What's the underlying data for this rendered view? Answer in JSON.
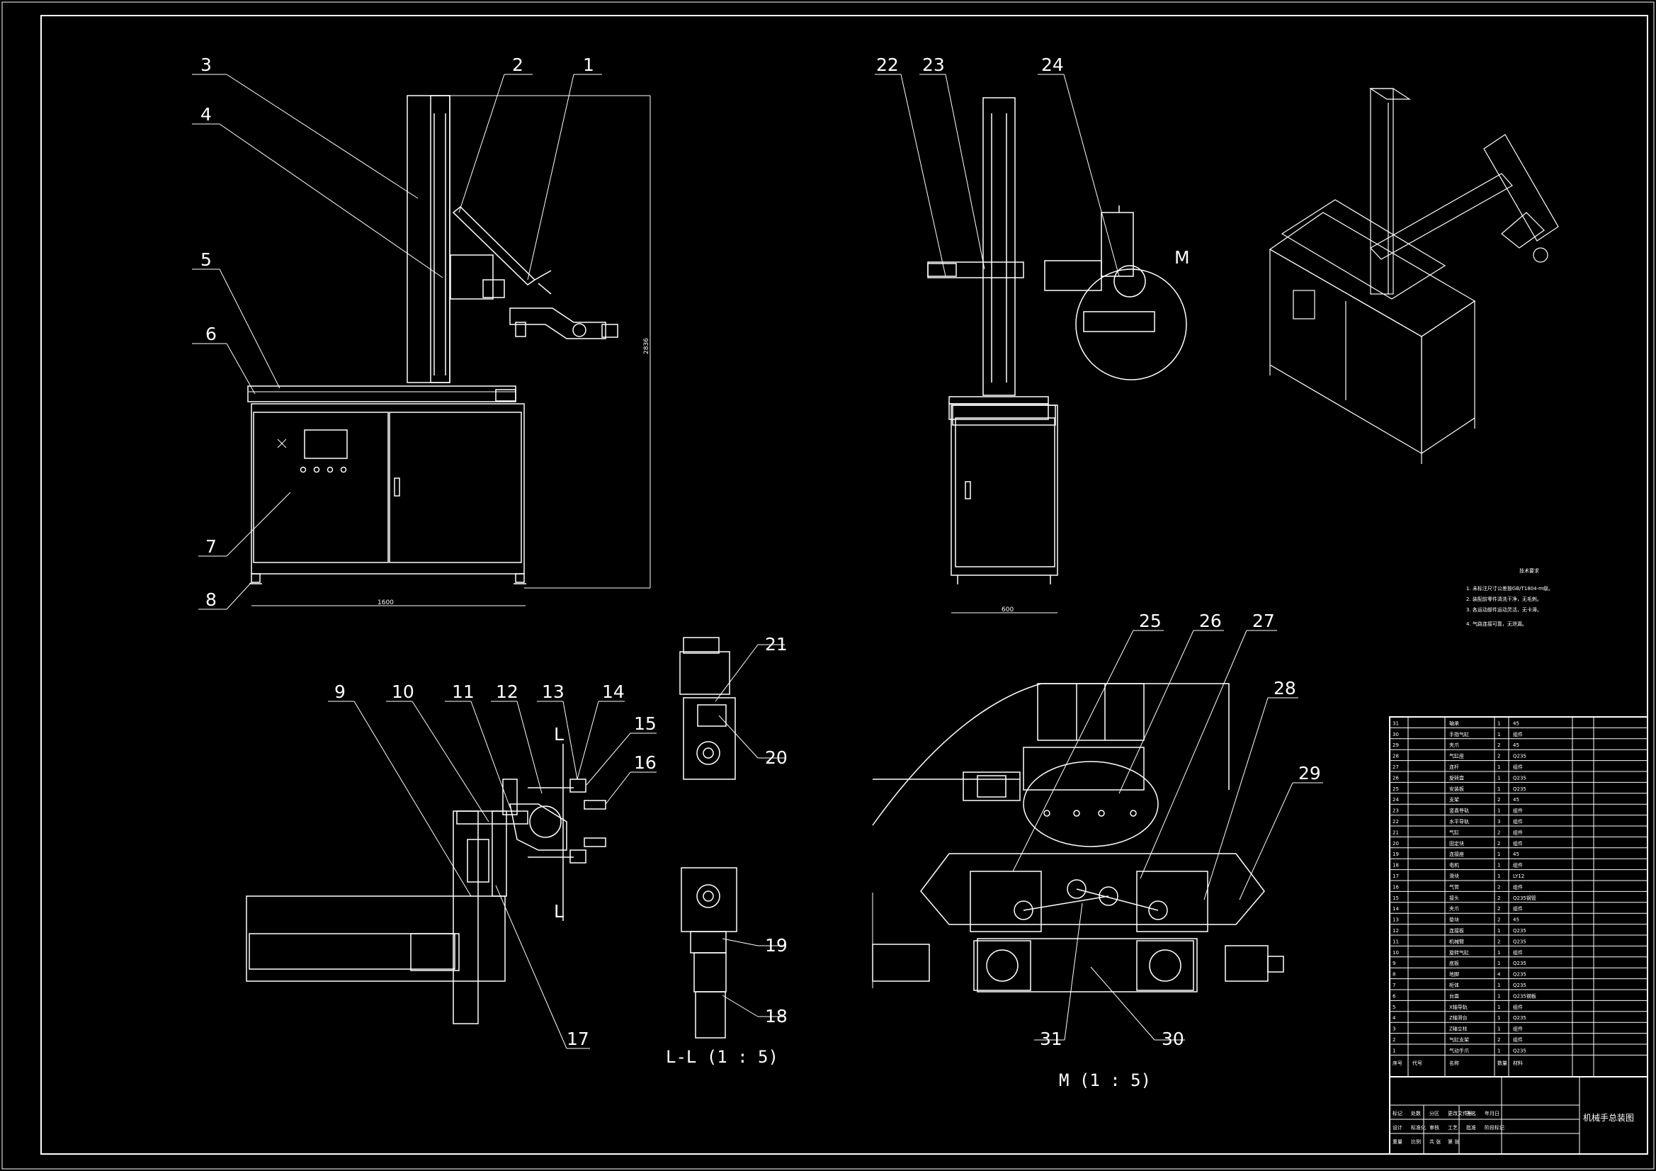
{
  "drawing": {
    "view_labels": {
      "section_view": "L-L (1 : 5)",
      "detail_view": "M (1 : 5)",
      "detail_mark": "M",
      "section_mark_top": "L",
      "section_mark_bottom": "L"
    },
    "dimensions": {
      "front_width": "1600",
      "front_height": "2836",
      "side_width": "600"
    },
    "callouts": [
      "1",
      "2",
      "3",
      "4",
      "5",
      "6",
      "7",
      "8",
      "9",
      "10",
      "11",
      "12",
      "13",
      "14",
      "15",
      "16",
      "17",
      "18",
      "19",
      "20",
      "21",
      "22",
      "23",
      "24",
      "25",
      "26",
      "27",
      "28",
      "29",
      "30",
      "31"
    ],
    "tech_requirements": {
      "title": "技术要求",
      "lines": [
        "1. 未标注尺寸公差按GB/T1804-m级。",
        "2. 装配前零件清洗干净，无毛刺。",
        "3. 各运动部件运动灵活，无卡滞。",
        "4. 气路连接可靠，无泄漏。"
      ]
    },
    "bom": {
      "headers": [
        "序号",
        "代号",
        "名称",
        "数量",
        "材料"
      ],
      "rows": [
        [
          "31",
          "",
          "轴承",
          "1",
          "45"
        ],
        [
          "30",
          "",
          "手指气缸",
          "1",
          "组件"
        ],
        [
          "29",
          "",
          "夹爪",
          "2",
          "45"
        ],
        [
          "28",
          "",
          "气缸座",
          "2",
          "Q235"
        ],
        [
          "27",
          "",
          "连杆",
          "1",
          "组件"
        ],
        [
          "26",
          "",
          "旋转盘",
          "1",
          "Q235"
        ],
        [
          "25",
          "",
          "安装板",
          "1",
          "Q235"
        ],
        [
          "24",
          "",
          "支架",
          "2",
          "45"
        ],
        [
          "23",
          "",
          "竖直导轨",
          "1",
          "组件"
        ],
        [
          "22",
          "",
          "水平导轨",
          "3",
          "组件"
        ],
        [
          "21",
          "",
          "气缸",
          "2",
          "组件"
        ],
        [
          "20",
          "",
          "固定块",
          "2",
          "组件"
        ],
        [
          "19",
          "",
          "连接座",
          "1",
          "45"
        ],
        [
          "18",
          "",
          "电机",
          "1",
          "组件"
        ],
        [
          "17",
          "",
          "滑块",
          "1",
          "LY12"
        ],
        [
          "16",
          "",
          "气管",
          "2",
          "组件"
        ],
        [
          "15",
          "",
          "接头",
          "2",
          "Q235钢管"
        ],
        [
          "14",
          "",
          "夹爪",
          "2",
          "组件"
        ],
        [
          "13",
          "",
          "垫块",
          "2",
          "45"
        ],
        [
          "12",
          "",
          "连接板",
          "1",
          "Q235"
        ],
        [
          "11",
          "",
          "机械臂",
          "2",
          "Q235"
        ],
        [
          "10",
          "",
          "旋转气缸",
          "1",
          "组件"
        ],
        [
          "9",
          "",
          "底板",
          "1",
          "Q235"
        ],
        [
          "8",
          "",
          "地脚",
          "4",
          "Q235"
        ],
        [
          "7",
          "",
          "柜体",
          "1",
          "Q235"
        ],
        [
          "6",
          "",
          "台面",
          "1",
          "Q235钢板"
        ],
        [
          "5",
          "",
          "X轴导轨",
          "1",
          "组件"
        ],
        [
          "4",
          "",
          "Z轴滑台",
          "1",
          "Q235"
        ],
        [
          "3",
          "",
          "Z轴立柱",
          "1",
          "组件"
        ],
        [
          "2",
          "",
          "气缸支架",
          "2",
          "组件"
        ],
        [
          "1",
          "",
          "气动手爪",
          "1",
          "Q235"
        ]
      ]
    },
    "title_block": {
      "drawing_title": "机械手总装图",
      "labels": [
        "标记",
        "处数",
        "分区",
        "更改文件号",
        "签名",
        "年月日",
        "设计",
        "标准化",
        "审核",
        "工艺",
        "批准",
        "阶段标记",
        "重量",
        "比例",
        "共 张",
        "第 张"
      ]
    }
  }
}
